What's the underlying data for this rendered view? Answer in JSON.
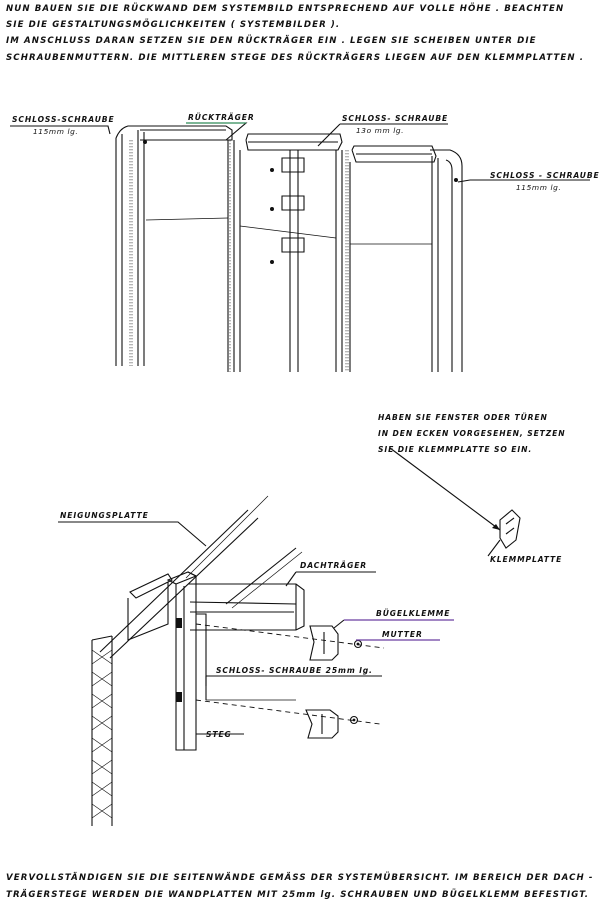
{
  "intro": [
    "NUN BAUEN SIE DIE RÜCKWAND DEM SYSTEMBILD ENTSPRECHEND AUF VOLLE HÖHE . BEACHTEN",
    "SIE DIE GESTALTUNGSMÖGLICHKEITEN ( SYSTEMBILDER ).",
    "IM ANSCHLUSS DARAN SETZEN SIE DEN RÜCKTRÄGER EIN . LEGEN SIE SCHEIBEN UNTER DIE",
    "SCHRAUBENMUTTERN. DIE MITTLEREN STEGE DES RÜCKTRÄGERS LIEGEN AUF DEN KLEMMPLATTEN ."
  ],
  "fig1": {
    "schloss_left": "SCHLOSS-SCHRAUBE",
    "schloss_left_len": "115mm lg.",
    "ruecktraeger": "RÜCKTRÄGER",
    "schloss_mid": "SCHLOSS- SCHRAUBE",
    "schloss_mid_len": "13o mm lg.",
    "schloss_right": "SCHLOSS - SCHRAUBE",
    "schloss_right_len": "115mm lg."
  },
  "note": [
    "HABEN SIE FENSTER ODER TÜREN",
    "IN DEN ECKEN VORGESEHEN, SETZEN",
    "SIE DIE KLEMMPLATTE SO EIN."
  ],
  "fig2": {
    "klemmplatte": "KLEMMPLATTE",
    "neigungsplatte": "NEIGUNGSPLATTE",
    "dachtraeger": "DACHTRÄGER",
    "buegelklemme": "BÜGELKLEMME",
    "mutter": "MUTTER",
    "schloss": "SCHLOSS- SCHRAUBE 25mm lg.",
    "steg": "STEG"
  },
  "outro": [
    "VERVOLLSTÄNDIGEN SIE DIE SEITENWÄNDE GEMÄSS DER SYSTEMÜBERSICHT. IM BEREICH DER DACH -",
    "TRÄGERSTEGE WERDEN DIE WANDPLATTEN MIT 25mm lg. SCHRAUBEN UND BÜGELKLEMM BEFESTIGT."
  ],
  "colors": {
    "ink": "#111111",
    "green_accent": "#2e8b57",
    "purple_accent": "#6a3fa0"
  }
}
